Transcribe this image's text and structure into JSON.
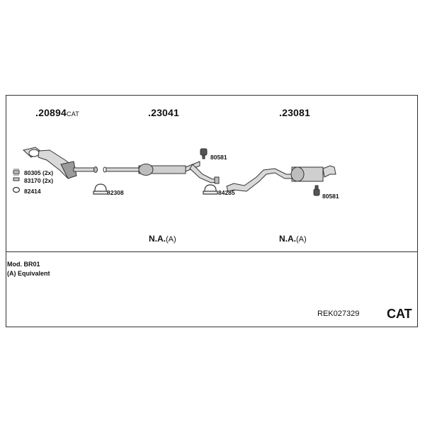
{
  "parts": [
    {
      "number": ".20894",
      "suffix": "CAT"
    },
    {
      "number": ".23041",
      "suffix": ""
    },
    {
      "number": ".23081",
      "suffix": ""
    }
  ],
  "accessories": {
    "gasket_1": "80305 (2x)",
    "gasket_2": "83170 (2x)",
    "clamp_left": "82414",
    "clamp_mid": "82308",
    "hanger_top": "80581",
    "clamp_right": "84285",
    "hanger_rear": "80581"
  },
  "labels": {
    "na_1": "N.A.",
    "na_1_sub": "(A)",
    "na_2": "N.A.",
    "na_2_sub": "(A)",
    "mod": "Mod. BR01",
    "equivalent": "(A) Equivalent",
    "reference": "REK027329",
    "cat": "CAT"
  },
  "colors": {
    "line": "#333333",
    "part_fill": "#d9d9d9",
    "part_dark": "#7a7a7a"
  }
}
